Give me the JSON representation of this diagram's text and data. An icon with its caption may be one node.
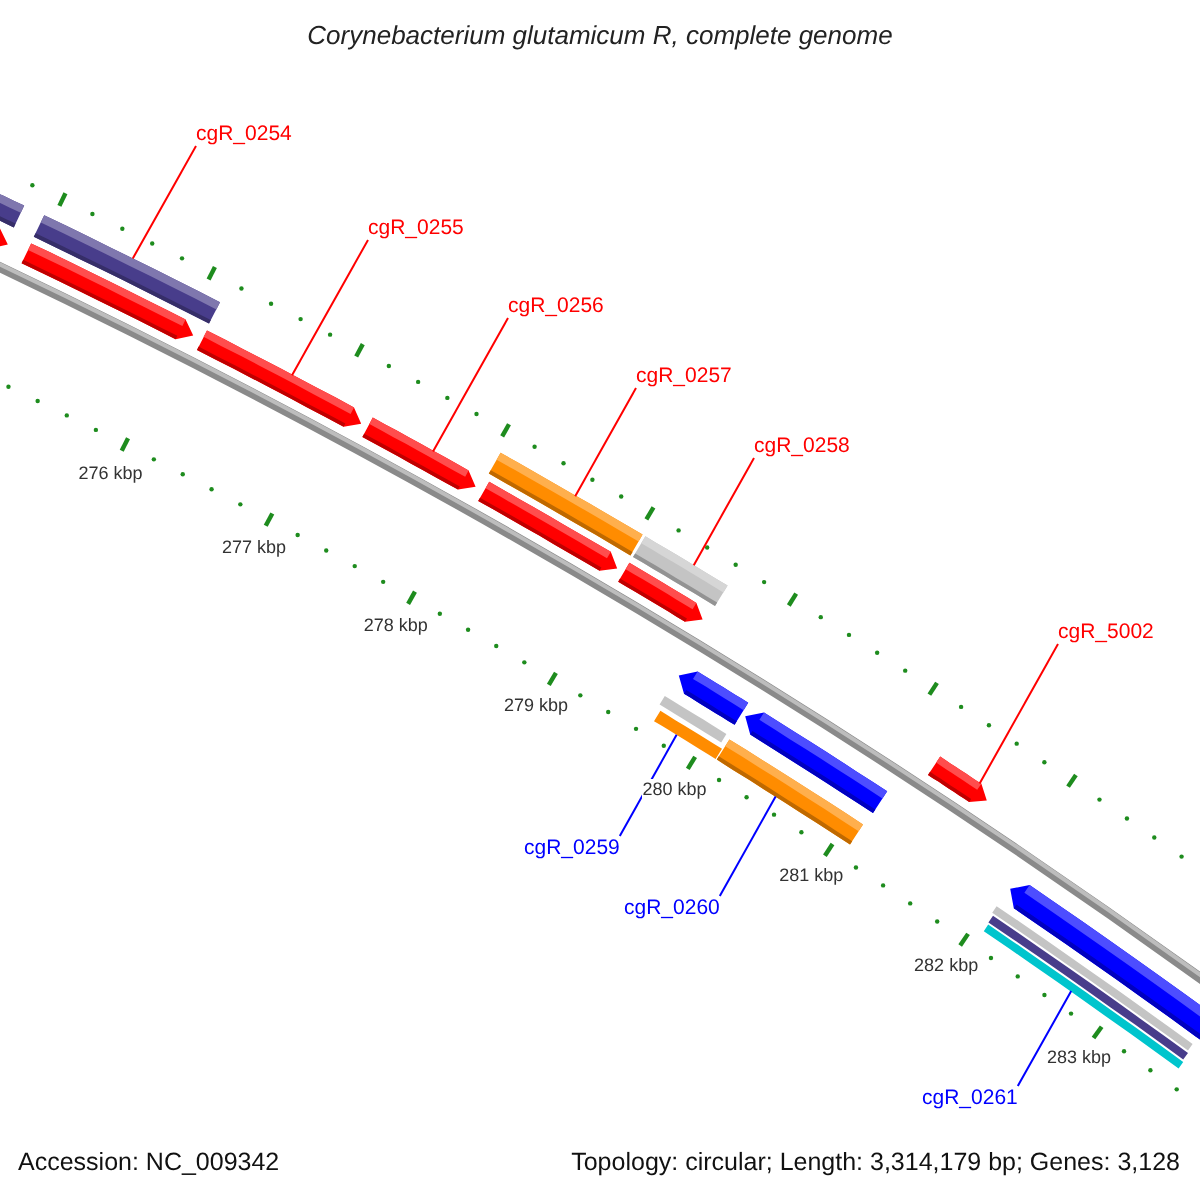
{
  "diagram": {
    "title": "Corynebacterium glutamicum R, complete genome",
    "nodes": [
      {
        "text": [
          "cgR_0254"
        ]
      },
      {
        "text": [
          "cgR_0255"
        ]
      },
      {
        "text": [
          "cgR_0256"
        ]
      },
      {
        "text": [
          "cgR_0257"
        ]
      },
      {
        "text": [
          "cgR_0258"
        ]
      },
      {
        "text": [
          "cgR_5002"
        ]
      },
      {
        "text": [
          "cgR_0259"
        ]
      },
      {
        "text": [
          "cgR_0260"
        ]
      },
      {
        "text": [
          "cgR_0261"
        ]
      },
      {
        "text": [],
        "shape": "bar"
      },
      {
        "text": [],
        "shape": "bar"
      },
      {
        "text": [],
        "shape": "bar"
      },
      {
        "text": [],
        "shape": "bar"
      },
      {
        "text": [],
        "shape": "bar"
      },
      {
        "text": [],
        "shape": "bar"
      },
      {
        "text": [],
        "shape": "bar"
      },
      {
        "text": [],
        "shape": "bar"
      },
      {
        "text": [],
        "shape": "bar"
      }
    ],
    "edges": [
      {
        "from": 0,
        "to": 9,
        "arrow": "none"
      },
      {
        "from": 1,
        "to": 10,
        "arrow": "none"
      },
      {
        "from": 2,
        "to": 11,
        "arrow": "none"
      },
      {
        "from": 3,
        "to": 12,
        "arrow": "none"
      },
      {
        "from": 4,
        "to": 13,
        "arrow": "none"
      },
      {
        "from": 5,
        "to": 14,
        "arrow": "none"
      },
      {
        "from": 6,
        "to": 15,
        "arrow": "none",
        "color": "#0000ff"
      },
      {
        "from": 7,
        "to": 16,
        "arrow": "none",
        "color": "#0000ff"
      },
      {
        "from": 8,
        "to": 17,
        "arrow": "none",
        "color": "#0000ff"
      }
    ],
    "labels": [
      "276 kbp",
      "277 kbp",
      "278 kbp",
      "279 kbp",
      "280 kbp",
      "281 kbp",
      "282 kbp",
      "283 kbp",
      "Accession: NC_009342",
      "Topology: circular; Length: 3,314,179 bp; Genes: 3,128"
    ]
  }
}
